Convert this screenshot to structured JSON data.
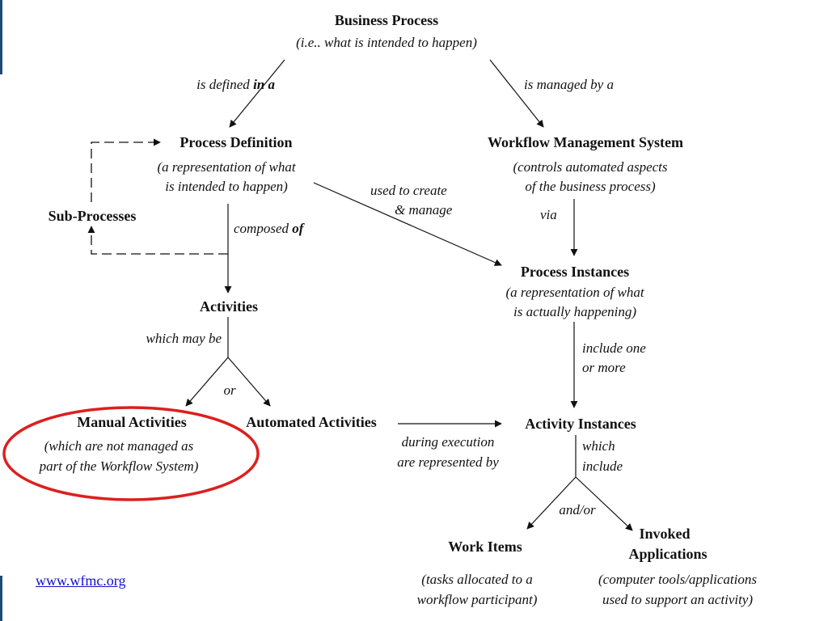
{
  "nodes": {
    "business_process": {
      "title": "Business Process",
      "desc": [
        "(i.e.. what is intended to happen)"
      ]
    },
    "process_definition": {
      "title": "Process Definition",
      "desc": [
        "(a representation of what",
        "is intended to happen)"
      ]
    },
    "workflow_management_system": {
      "title": "Workflow Management System",
      "desc": [
        "(controls automated aspects",
        "of the business process)"
      ]
    },
    "sub_processes": {
      "title": "Sub-Processes"
    },
    "process_instances": {
      "title": "Process Instances",
      "desc": [
        "(a representation of what",
        "is actually happening)"
      ]
    },
    "activities": {
      "title": "Activities"
    },
    "manual_activities": {
      "title": "Manual Activities",
      "desc": [
        "(which are not managed as",
        "part of the Workflow System)"
      ]
    },
    "automated_activities": {
      "title": "Automated Activities"
    },
    "activity_instances": {
      "title": "Activity Instances"
    },
    "work_items": {
      "title": "Work Items",
      "desc": [
        "(tasks allocated to a",
        "workflow participant)"
      ]
    },
    "invoked_applications": {
      "title": [
        "Invoked",
        "Applications"
      ],
      "desc": [
        "(computer tools/applications",
        "used to support an activity)"
      ]
    }
  },
  "edge_labels": {
    "is_defined_in_a": {
      "plain": "is defined ",
      "bold": "in a"
    },
    "is_managed_by_a": "is managed by a",
    "used_to_create_manage": [
      "used to create",
      "& manage"
    ],
    "via": "via",
    "composed_of": {
      "plain": "composed ",
      "bold": "of"
    },
    "which_may_be": "which may be",
    "or": "or",
    "include_one_or_more": [
      "include one",
      "or more"
    ],
    "during_execution": [
      "during execution",
      "are represented by"
    ],
    "which_include": [
      "which",
      "include"
    ],
    "and_or": "and/or"
  },
  "footer": {
    "link": "www.wfmc.org"
  },
  "colors": {
    "highlight_ellipse": "#dd1f1f",
    "link": "#1010cc",
    "edge_bar": "#1f4a74"
  }
}
